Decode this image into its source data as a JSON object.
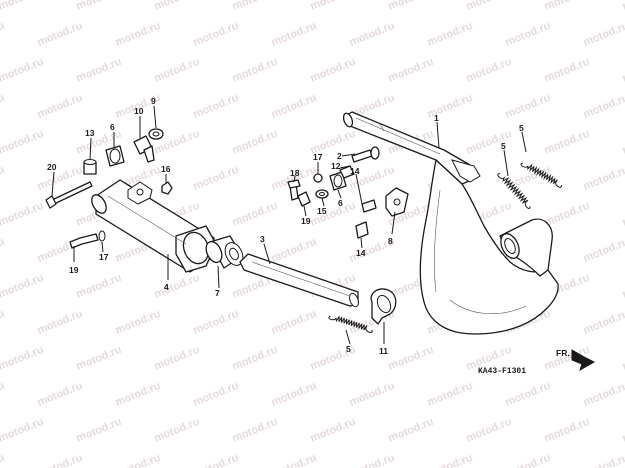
{
  "diagram": {
    "drawing_code": "KA43-F1301",
    "direction_label": "FR.",
    "watermark": "motod.ru",
    "parts": {
      "p1": "1",
      "p2": "2",
      "p3": "3",
      "p4": "4",
      "p5a": "5",
      "p5b": "5",
      "p6a": "6",
      "p6b": "6",
      "p7": "7",
      "p8": "8",
      "p9": "9",
      "p10": "10",
      "p11": "11",
      "p12": "12",
      "p13": "13",
      "p14a": "14",
      "p14b": "14",
      "p15": "15",
      "p16": "16",
      "p17a": "17",
      "p17b": "17",
      "p18": "18",
      "p19a": "19",
      "p19b": "19",
      "p20": "20"
    }
  }
}
